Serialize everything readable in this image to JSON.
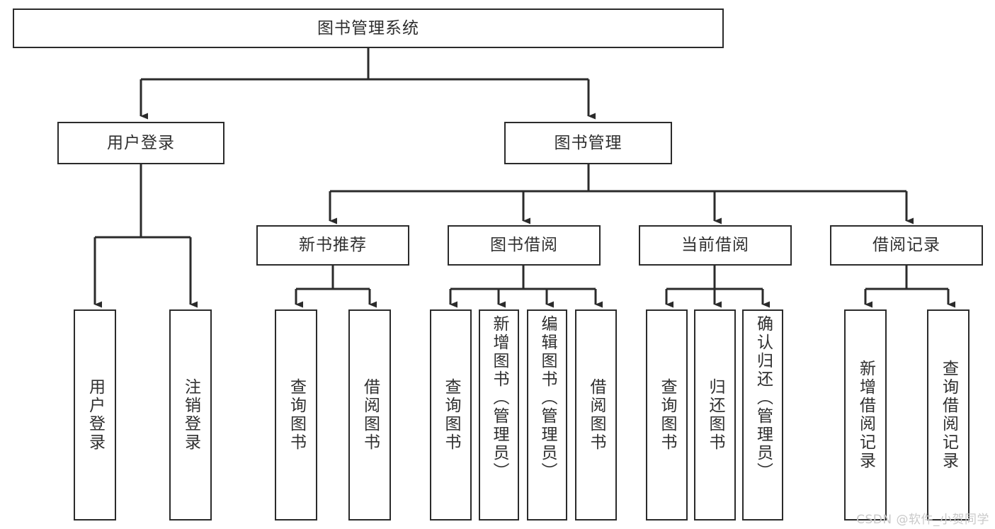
{
  "diagram": {
    "type": "hierarchy-tree",
    "title_node": {
      "label": "图书管理系统"
    },
    "level2": [
      {
        "id": "user-login",
        "label": "用户登录"
      },
      {
        "id": "book-manage",
        "label": "图书管理"
      }
    ],
    "level3": [
      {
        "id": "new-book-recommend",
        "label": "新书推荐",
        "parent": "book-manage"
      },
      {
        "id": "book-borrow",
        "label": "图书借阅",
        "parent": "book-manage"
      },
      {
        "id": "current-borrow",
        "label": "当前借阅",
        "parent": "book-manage"
      },
      {
        "id": "borrow-record",
        "label": "借阅记录",
        "parent": "book-manage"
      }
    ],
    "leaves": {
      "user-login": [
        {
          "id": "leaf-user-login",
          "label": "用户登录"
        },
        {
          "id": "leaf-user-logout",
          "label": "注销登录"
        }
      ],
      "new-book-recommend": [
        {
          "id": "leaf-query-book-1",
          "label": "查询图书"
        },
        {
          "id": "leaf-borrow-book-1",
          "label": "借阅图书"
        }
      ],
      "book-borrow": [
        {
          "id": "leaf-query-book-2",
          "label": "查询图书"
        },
        {
          "id": "leaf-add-book",
          "label": "新增图书（管理员）"
        },
        {
          "id": "leaf-edit-book",
          "label": "编辑图书（管理员）"
        },
        {
          "id": "leaf-borrow-book-2",
          "label": "借阅图书"
        }
      ],
      "current-borrow": [
        {
          "id": "leaf-query-book-3",
          "label": "查询图书"
        },
        {
          "id": "leaf-return-book",
          "label": "归还图书"
        },
        {
          "id": "leaf-confirm-return",
          "label": "确认归还（管理员）"
        }
      ],
      "borrow-record": [
        {
          "id": "leaf-add-record",
          "label": "新增借阅记录"
        },
        {
          "id": "leaf-query-record",
          "label": "查询借阅记录"
        }
      ]
    },
    "colors": {
      "stroke": "#2b2b2b",
      "text": "#2f2f2f",
      "background": "#ffffff",
      "watermark": "#c9c9c9"
    }
  },
  "watermark": {
    "text": "CSDN @软件_小贺同学"
  }
}
